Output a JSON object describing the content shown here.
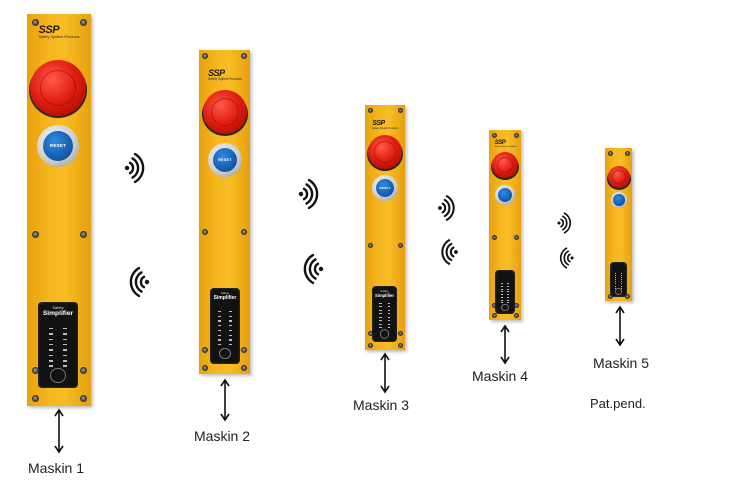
{
  "brand": {
    "logo_text": "SSP",
    "tagline": "Safety System Products"
  },
  "button_labels": {
    "reset": "RESET"
  },
  "panel": {
    "brand_small": "Safety",
    "brand_name": "Simplifier"
  },
  "machines": [
    {
      "label": "Maskin 1"
    },
    {
      "label": "Maskin 2"
    },
    {
      "label": "Maskin 3"
    },
    {
      "label": "Maskin 4"
    },
    {
      "label": "Maskin 5"
    }
  ],
  "note": "Pat.pend.",
  "colors": {
    "housing": "#f6b720",
    "estop": "#e11f12",
    "reset": "#1662b4",
    "panel": "#121212"
  }
}
